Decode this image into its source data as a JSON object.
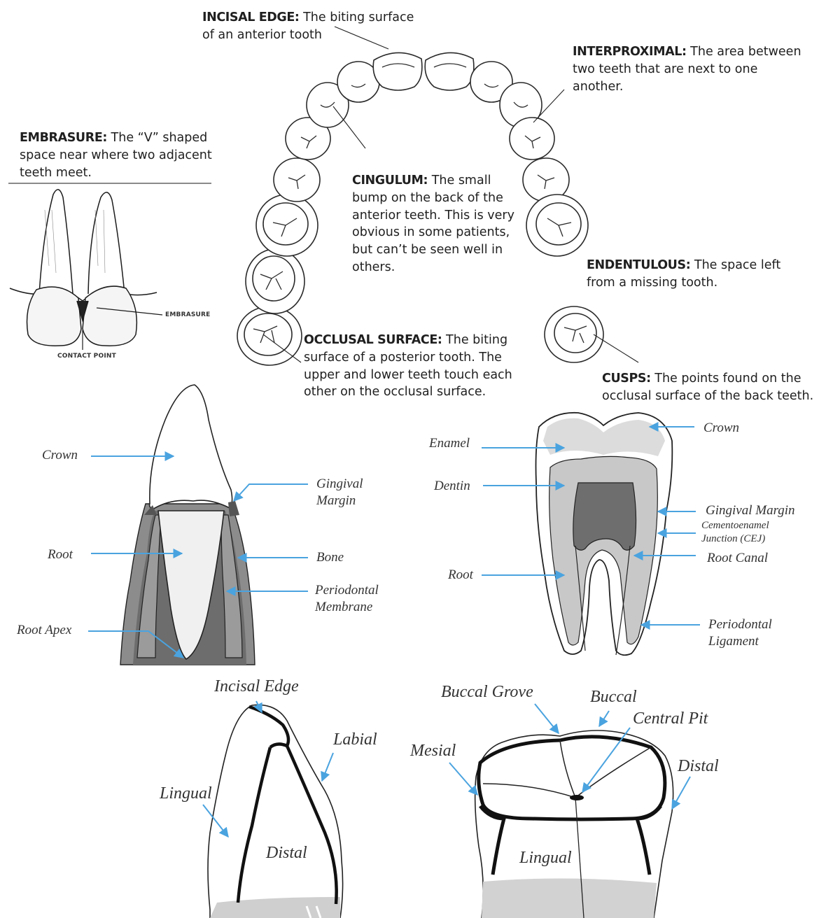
{
  "definitions": {
    "incisal_edge": {
      "term": "INCISAL EDGE:",
      "text": "The biting surface of an anterior tooth"
    },
    "interproximal": {
      "term": "INTERPROXIMAL:",
      "text": "The area between two teeth that are next to one another."
    },
    "embrasure": {
      "term": "EMBRASURE:",
      "text": "The “V” shaped space near where two adjacent teeth meet."
    },
    "cingulum": {
      "term": "CINGULUM:",
      "text": "The small bump on the back of the anterior teeth. This is very obvious in some patients, but can’t be seen well in others."
    },
    "endentulous": {
      "term": "ENDENTULOUS:",
      "text": "The space left from a missing tooth."
    },
    "occlusal_surface": {
      "term": "OCCLUSAL SURFACE:",
      "text": "The biting surface of a posterior tooth. The upper and lower teeth touch each other on the occlusal surface."
    },
    "cusps": {
      "term": "CUSPS:",
      "text": "The points found on the occlusal surface of the back teeth."
    }
  },
  "embrasure_figure": {
    "embrasure_label": "EMBRASURE",
    "contact_point_label": "CONTACT POINT"
  },
  "anterior_cross_section": {
    "crown": "Crown",
    "root": "Root",
    "root_apex": "Root Apex",
    "gingival_margin": "Gingival Margin",
    "bone": "Bone",
    "periodontal_membrane": "Periodontal Membrane"
  },
  "molar_cross_section": {
    "enamel": "Enamel",
    "dentin": "Dentin",
    "root": "Root",
    "crown": "Crown",
    "gingival_margin": "Gingival Margin",
    "cej": "Cementoenamel Junction (CEJ)",
    "root_canal": "Root Canal",
    "periodontal_ligament": "Periodontal Ligament"
  },
  "incisor_surfaces": {
    "incisal_edge": "Incisal Edge",
    "labial": "Labial",
    "lingual": "Lingual",
    "distal": "Distal"
  },
  "molar_surfaces": {
    "buccal_grove": "Buccal Grove",
    "buccal": "Buccal",
    "central_pit": "Central Pit",
    "mesial": "Mesial",
    "distal": "Distal",
    "lingual": "Lingual"
  },
  "colors": {
    "arrow": "#4aa3df",
    "line": "#111111",
    "enamel_gray": "#d3d3d3",
    "bone_gray": "#8c8c8c",
    "pulp_gray": "#6e6e6e"
  }
}
